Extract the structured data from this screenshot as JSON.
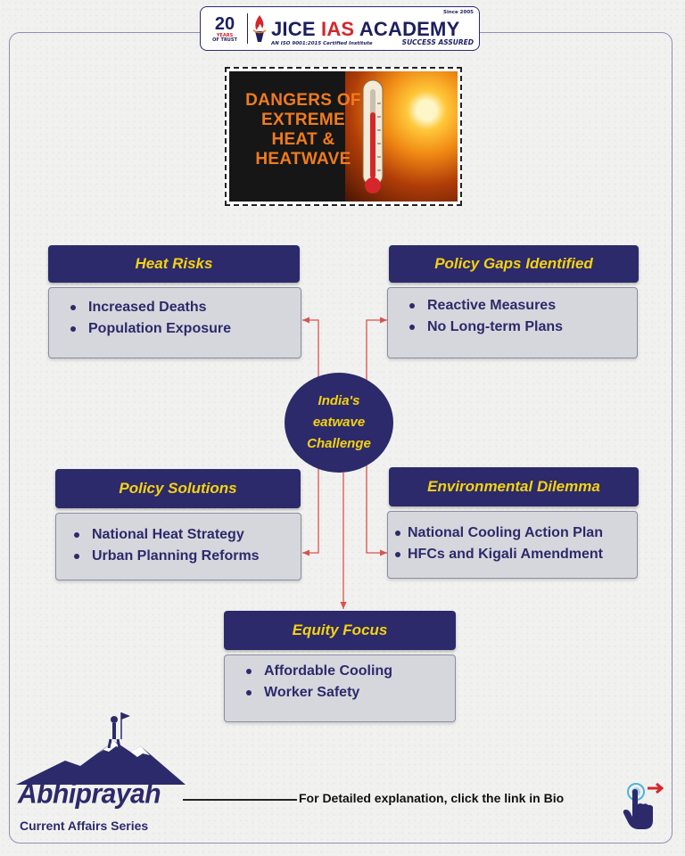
{
  "header": {
    "years_number": "20",
    "years_word": "YEARS",
    "trust_text": "OF TRUST",
    "since_text": "Since 2005",
    "name_blue": "JICE",
    "name_red": "IAS",
    "name_rest": "ACADEMY",
    "iso_text": "AN ISO 9001:2015 Certified Institute",
    "tagline": "SUCCESS ASSURED"
  },
  "hero": {
    "title_lines": [
      "DANGERS OF",
      "EXTREME",
      "HEAT &",
      "HEATWAVE"
    ]
  },
  "center": {
    "lines": [
      "India's",
      "eatwave",
      "Challenge"
    ]
  },
  "nodes": {
    "heat_risks": {
      "title": "Heat Risks",
      "items": [
        "Increased Deaths",
        "Population Exposure"
      ]
    },
    "policy_gaps": {
      "title": "Policy Gaps Identified",
      "items": [
        "Reactive Measures",
        "No Long-term Plans"
      ]
    },
    "policy_solutions": {
      "title": "Policy Solutions",
      "items": [
        "National Heat Strategy",
        "Urban Planning Reforms"
      ]
    },
    "environmental_dilemma": {
      "title": "Environmental Dilemma",
      "items": [
        "National Cooling Action Plan",
        "HFCs and Kigali Amendment"
      ]
    },
    "equity_focus": {
      "title": "Equity Focus",
      "items": [
        "Affordable Cooling",
        "Worker Safety"
      ]
    }
  },
  "colors": {
    "navy": "#2c2a6b",
    "yellow": "#f5d20e",
    "box_grey": "#d6d7dc",
    "connector_red": "#d9534f"
  },
  "footer": {
    "brand": "Abhiprayah",
    "series": "Current Affairs Series",
    "cta": "For Detailed explanation,  click the link in Bio",
    "cta_icon": "pointing-hand-icon"
  }
}
